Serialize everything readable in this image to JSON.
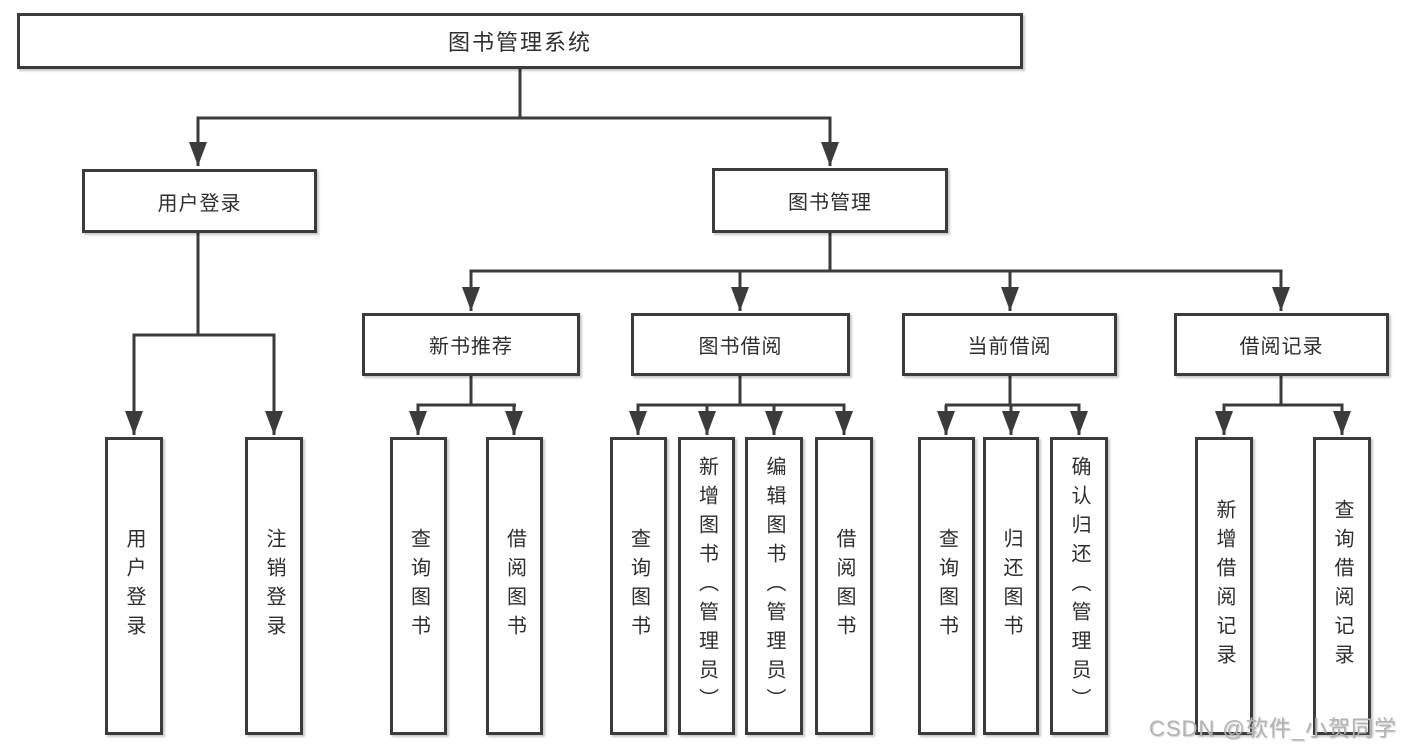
{
  "diagram": {
    "type": "tree",
    "colors": {
      "line": "#3b3b3b",
      "box_border": "#3b3b3b",
      "box_fill": "#ffffff",
      "text": "#2e2e2e",
      "watermark": "#b3b3b3"
    },
    "tree": {
      "label": "图书管理系统",
      "children": [
        {
          "label": "用户登录",
          "children": [
            {
              "label": "用户登录"
            },
            {
              "label": "注销登录"
            }
          ]
        },
        {
          "label": "图书管理",
          "children": [
            {
              "label": "新书推荐",
              "children": [
                {
                  "label": "查询图书"
                },
                {
                  "label": "借阅图书"
                }
              ]
            },
            {
              "label": "图书借阅",
              "children": [
                {
                  "label": "查询图书"
                },
                {
                  "label": "新增图书（管理员）"
                },
                {
                  "label": "编辑图书（管理员）"
                },
                {
                  "label": "借阅图书"
                }
              ]
            },
            {
              "label": "当前借阅",
              "children": [
                {
                  "label": "查询图书"
                },
                {
                  "label": "归还图书"
                },
                {
                  "label": "确认归还（管理员）"
                }
              ]
            },
            {
              "label": "借阅记录",
              "children": [
                {
                  "label": "新增借阅记录"
                },
                {
                  "label": "查询借阅记录"
                }
              ]
            }
          ]
        }
      ]
    }
  },
  "watermark": {
    "text": "CSDN @软件_小贺同学"
  }
}
